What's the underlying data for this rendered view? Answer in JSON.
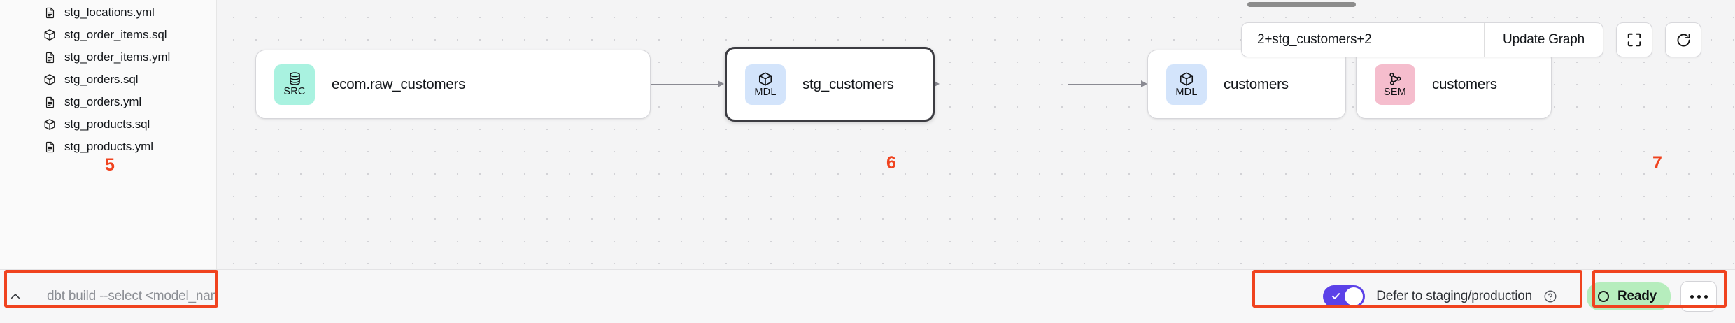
{
  "sidebar": {
    "files": [
      {
        "name": "stg_locations.yml",
        "icon": "file-yml-icon",
        "type": "yml"
      },
      {
        "name": "stg_order_items.sql",
        "icon": "cube-sql-icon",
        "type": "sql"
      },
      {
        "name": "stg_order_items.yml",
        "icon": "file-yml-icon",
        "type": "yml"
      },
      {
        "name": "stg_orders.sql",
        "icon": "cube-sql-icon",
        "type": "sql"
      },
      {
        "name": "stg_orders.yml",
        "icon": "file-yml-icon",
        "type": "yml"
      },
      {
        "name": "stg_products.sql",
        "icon": "cube-sql-icon",
        "type": "sql"
      },
      {
        "name": "stg_products.yml",
        "icon": "file-yml-icon",
        "type": "yml"
      }
    ]
  },
  "graph": {
    "toolbar": {
      "select_value": "2+stg_customers+2",
      "select_placeholder": "",
      "update_label": "Update Graph",
      "fit_view_icon": "fullscreen-icon",
      "refresh_icon": "refresh-icon"
    },
    "nodes": [
      {
        "id": "raw_customers",
        "badge": "SRC",
        "badge_kind": "src",
        "icon": "database-icon",
        "label": "ecom.raw_customers",
        "selected": false
      },
      {
        "id": "stg_customers",
        "badge": "MDL",
        "badge_kind": "mdl",
        "icon": "cube-icon",
        "label": "stg_customers",
        "selected": true
      },
      {
        "id": "customers_model",
        "badge": "MDL",
        "badge_kind": "mdl",
        "icon": "cube-icon",
        "label": "customers",
        "selected": false
      },
      {
        "id": "customers_semantic",
        "badge": "SEM",
        "badge_kind": "sem",
        "icon": "network-icon",
        "label": "customers",
        "selected": false
      }
    ]
  },
  "bottom_bar": {
    "command": {
      "chevron_icon": "chevron-up-icon",
      "placeholder": "dbt build --select <model_name>",
      "value": ""
    },
    "defer": {
      "label": "Defer to staging/production",
      "enabled": true,
      "help_icon": "question-circle-icon",
      "toggle_color": "#5b41e8"
    },
    "status": {
      "label": "Ready",
      "dot_icon": "circle-outline-icon",
      "pill_color": "#b6edbd",
      "more_icon": "ellipsis-icon"
    }
  },
  "annotations": {
    "color": "#f0431f",
    "markers": [
      {
        "number": "5",
        "target": "command-bar"
      },
      {
        "number": "6",
        "target": "defer-toggle"
      },
      {
        "number": "7",
        "target": "status-ready"
      }
    ]
  }
}
